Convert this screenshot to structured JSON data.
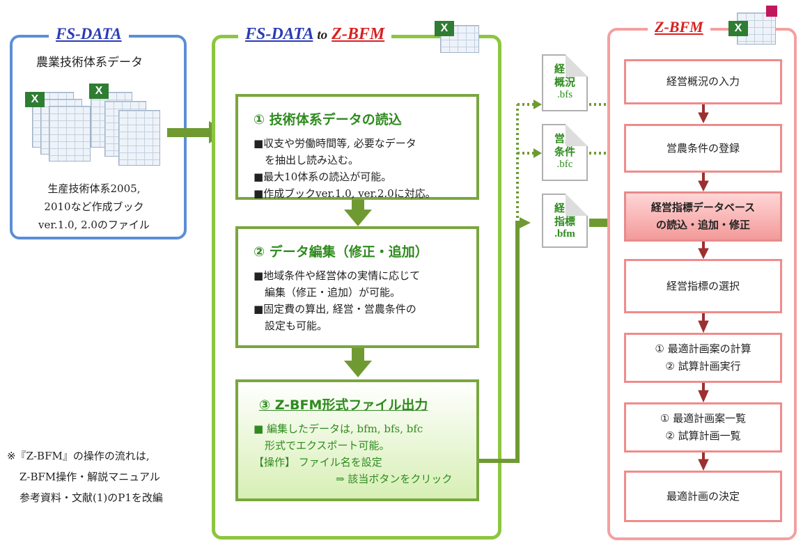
{
  "fsdata": {
    "title": "FS-DATA",
    "subtitle": "農業技術体系データ",
    "note": "生産技術体系2005,\n2010など作成ブック\nver.1.0, 2.0のファイル",
    "color": "#5b8fd6"
  },
  "converter": {
    "title_a": "FS-DATA",
    "title_to": "to",
    "title_b": "Z-BFM",
    "steps": [
      {
        "heading": "① 技術体系データの読込",
        "lines": [
          "■収支や労働時間等, 必要なデータ",
          "を抽出し読み込む。",
          "■最大10体系の読込が可能。",
          "■作成ブックver.1.0, ver.2.0に対応。"
        ]
      },
      {
        "heading": "② データ編集（修正・追加）",
        "lines": [
          "■地域条件や経営体の実情に応じて",
          "編集（修正・追加）が可能。",
          "■固定費の算出, 経営・営農条件の",
          "設定も可能。"
        ]
      },
      {
        "heading": "③ Z-BFM形式ファイル出力",
        "lines": [
          "■ 編集したデータは, bfm, bfs, bfc",
          "形式でエクスポート可能。",
          "【操作】 ファイル名を設定",
          "⇒ 該当ボタンをクリック"
        ]
      }
    ],
    "color": "#8cc63f"
  },
  "files": [
    {
      "name": "経営\n概況",
      "ext": ".bfs"
    },
    {
      "name": "営農\n条件",
      "ext": ".bfc"
    },
    {
      "name": "経営\n指標",
      "ext": ".bfm"
    }
  ],
  "zbfm": {
    "title": "Z-BFM",
    "steps": [
      "経営概況の入力",
      "営農条件の登録",
      "経営指標データベース\nの読込・追加・修正",
      "経営指標の選択",
      "① 最適計画案の計算\n② 試算計画実行",
      "① 最適計画案一覧\n② 試算計画一覧",
      "最適計画の決定"
    ],
    "color": "#f4a0a0"
  },
  "footnote": [
    "※『Z-BFM』の操作の流れは,",
    "Z-BFM操作・解説マニュアル",
    "参考資料・文献(1)のP1を改編"
  ],
  "icon": {
    "excel": "excel-icon",
    "glyph": "X"
  }
}
